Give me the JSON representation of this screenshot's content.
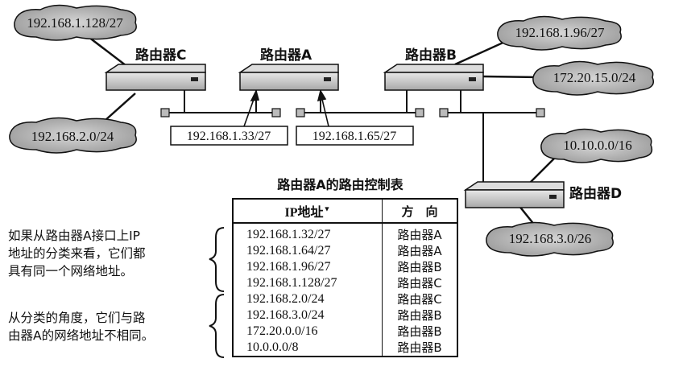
{
  "clouds": {
    "c1": "192.168.1.128/27",
    "c2": "192.168.2.0/24",
    "c3": "192.168.1.96/27",
    "c4": "172.20.15.0/24",
    "c5": "10.10.0.0/16",
    "c6": "192.168.3.0/26"
  },
  "routers": {
    "a": "路由器A",
    "b": "路由器B",
    "c": "路由器C",
    "d": "路由器D"
  },
  "interfaces": {
    "if1": "192.168.1.33/27",
    "if2": "192.168.1.65/27"
  },
  "table": {
    "title": "路由器A的路由控制表",
    "col_ip": "IP地址",
    "col_dir": "方　向",
    "rows": [
      {
        "ip": "192.168.1.32/27",
        "dir": "路由器A"
      },
      {
        "ip": "192.168.1.64/27",
        "dir": "路由器A"
      },
      {
        "ip": "192.168.1.96/27",
        "dir": "路由器B"
      },
      {
        "ip": "192.168.1.128/27",
        "dir": "路由器C"
      },
      {
        "ip": "192.168.2.0/24",
        "dir": "路由器C"
      },
      {
        "ip": "192.168.3.0/24",
        "dir": "路由器B"
      },
      {
        "ip": "172.20.0.0/16",
        "dir": "路由器B"
      },
      {
        "ip": "10.0.0.0/8",
        "dir": "路由器B"
      }
    ]
  },
  "notes": {
    "n1": [
      "如果从路由器A接口上IP",
      "地址的分类来看，它们都",
      "具有同一个网络地址。"
    ],
    "n2": [
      "从分类的角度，它们与路",
      "由器A的网络地址不相同。"
    ]
  }
}
